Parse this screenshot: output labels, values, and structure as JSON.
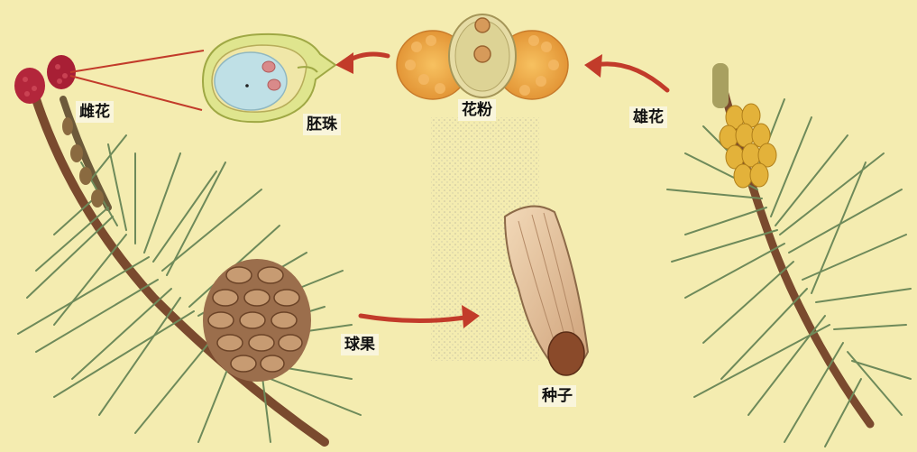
{
  "labels": {
    "female_flower": "雌花",
    "ovule": "胚珠",
    "pollen": "花粉",
    "male_flower": "雄花",
    "cone": "球果",
    "seed": "种子"
  },
  "colors": {
    "background": "#f4ecb0",
    "arrow": "#c23b2a",
    "needle": "#6e8a5a",
    "branch": "#7a4a2e",
    "female_cone": "#b3263b",
    "pollen": "#e8a040",
    "male_cone": "#e3b23a",
    "ovule_body": "#bfe0e6",
    "seed_wing": "#e9c7a0",
    "pine_cone": "#9b6e4c"
  },
  "diagram": {
    "type": "life-cycle",
    "sequence": [
      "male_flower",
      "pollen",
      "ovule",
      "female_flower",
      "cone",
      "seed"
    ]
  }
}
